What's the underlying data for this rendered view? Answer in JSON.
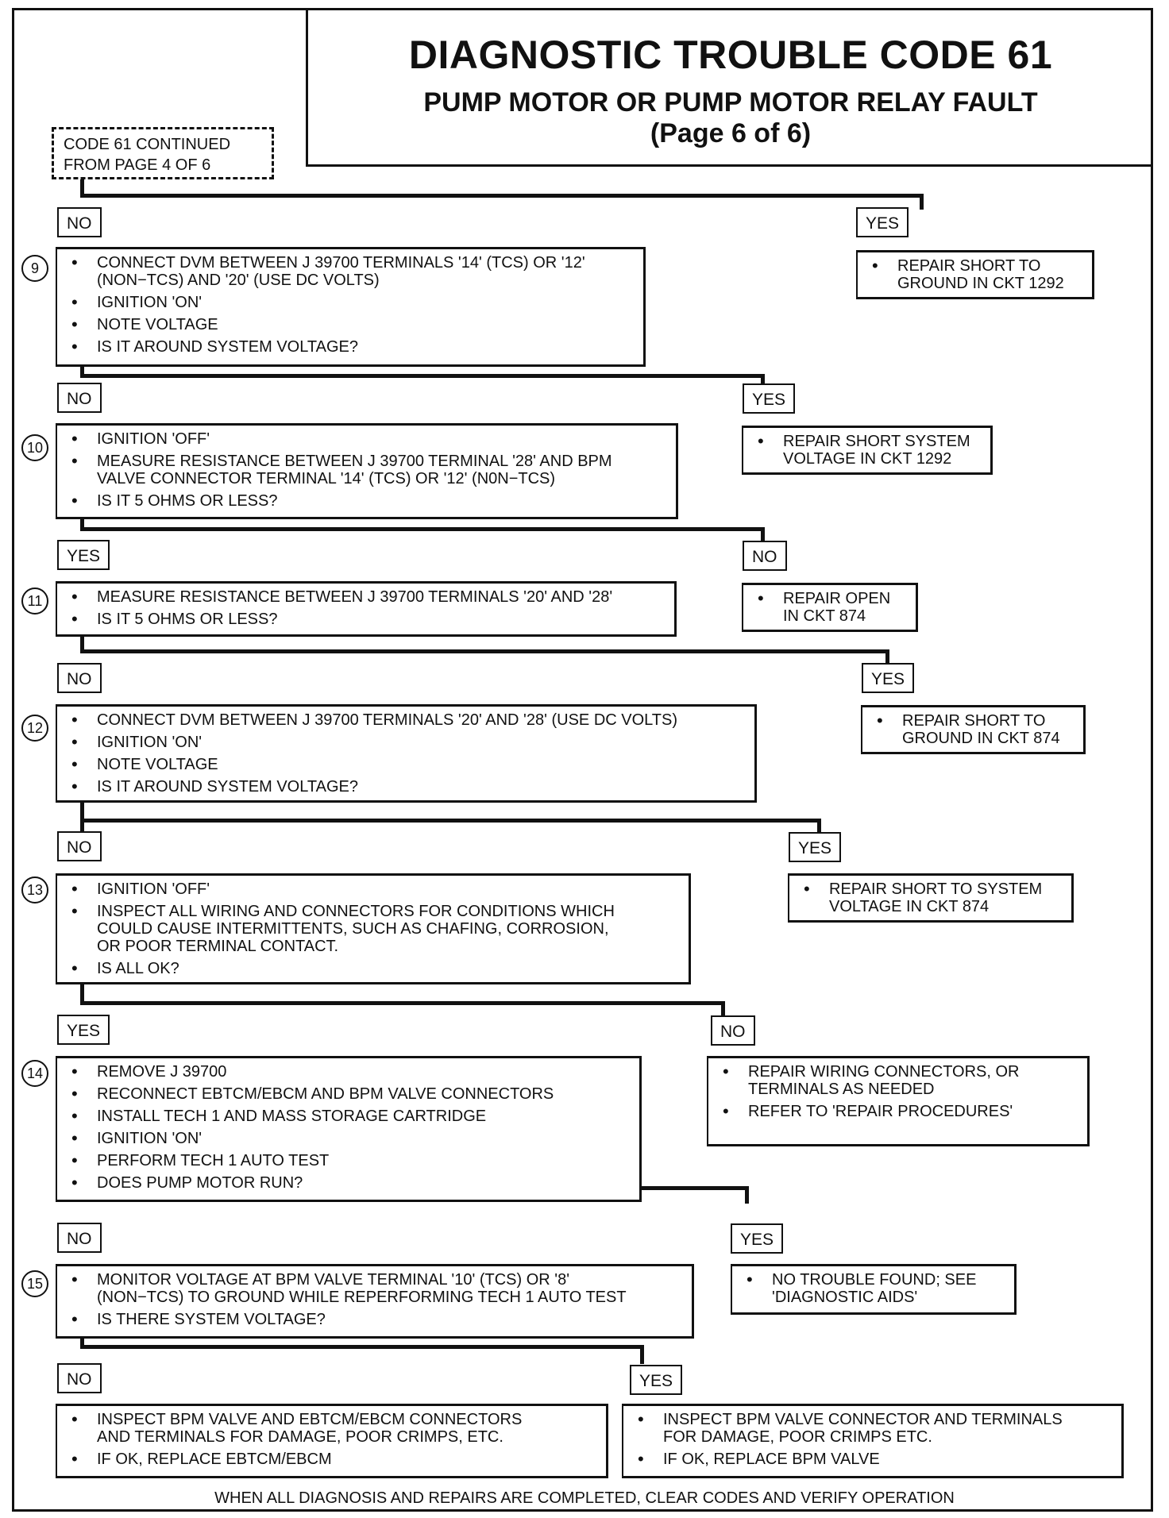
{
  "header": {
    "title": "DIAGNOSTIC TROUBLE CODE 61",
    "subtitle": "PUMP MOTOR OR PUMP MOTOR RELAY FAULT",
    "page": "(Page 6 of 6)"
  },
  "continued_from": "CODE 61 CONTINUED\nFROM PAGE 4 OF 6",
  "labels": {
    "no": "NO",
    "yes": "YES"
  },
  "steps": [
    {
      "number": "9",
      "items": [
        "CONNECT DVM BETWEEN J 39700 TERMINALS '14' (TCS) OR '12'\n(NON−TCS) AND '20' (USE DC VOLTS)",
        "IGNITION 'ON'",
        "NOTE VOLTAGE",
        "IS IT AROUND SYSTEM VOLTAGE?"
      ],
      "result": [
        "REPAIR SHORT TO\nGROUND IN CKT 1292"
      ]
    },
    {
      "number": "10",
      "items": [
        "IGNITION 'OFF'",
        "MEASURE RESISTANCE BETWEEN J 39700 TERMINAL '28' AND BPM\nVALVE CONNECTOR TERMINAL '14' (TCS) OR '12' (N0N−TCS)",
        "IS IT 5 OHMS OR LESS?"
      ],
      "result": [
        "REPAIR SHORT SYSTEM\nVOLTAGE IN CKT 1292"
      ]
    },
    {
      "number": "11",
      "items": [
        "MEASURE RESISTANCE BETWEEN J 39700 TERMINALS '20' AND '28'",
        "IS IT 5 OHMS OR LESS?"
      ],
      "result": [
        "REPAIR OPEN\nIN CKT 874"
      ]
    },
    {
      "number": "12",
      "items": [
        "CONNECT DVM BETWEEN J 39700 TERMINALS '20' AND '28' (USE DC VOLTS)",
        "IGNITION 'ON'",
        "NOTE VOLTAGE",
        "IS IT AROUND SYSTEM VOLTAGE?"
      ],
      "result": [
        "REPAIR SHORT TO\nGROUND IN CKT 874"
      ]
    },
    {
      "number": "13",
      "items": [
        "IGNITION 'OFF'",
        "INSPECT ALL WIRING AND CONNECTORS FOR CONDITIONS WHICH\nCOULD CAUSE INTERMITTENTS, SUCH AS CHAFING, CORROSION,\nOR POOR TERMINAL CONTACT.",
        "IS ALL OK?"
      ],
      "result": [
        "REPAIR SHORT TO SYSTEM\nVOLTAGE IN CKT 874"
      ]
    },
    {
      "number": "14",
      "items": [
        "REMOVE J 39700",
        "RECONNECT EBTCM/EBCM AND BPM VALVE CONNECTORS",
        "INSTALL TECH 1 AND MASS STORAGE CARTRIDGE",
        "IGNITION 'ON'",
        "PERFORM TECH 1 AUTO TEST",
        "DOES PUMP MOTOR  RUN?"
      ],
      "result": [
        "REPAIR WIRING CONNECTORS, OR\nTERMINALS AS NEEDED",
        "REFER TO 'REPAIR PROCEDURES'"
      ]
    },
    {
      "number": "15",
      "items": [
        "MONITOR VOLTAGE AT BPM VALVE TERMINAL  '10' (TCS) OR '8'\n(NON−TCS) TO GROUND WHILE REPERFORMING TECH 1 AUTO TEST",
        "IS THERE SYSTEM VOLTAGE?"
      ],
      "result": [
        "NO TROUBLE FOUND; SEE\n'DIAGNOSTIC AIDS'"
      ]
    }
  ],
  "final": {
    "no": [
      "INSPECT BPM VALVE AND EBTCM/EBCM CONNECTORS\nAND TERMINALS FOR DAMAGE, POOR CRIMPS, ETC.",
      "IF OK, REPLACE EBTCM/EBCM"
    ],
    "yes": [
      "INSPECT BPM VALVE CONNECTOR AND TERMINALS\nFOR DAMAGE, POOR CRIMPS ETC.",
      "IF OK, REPLACE  BPM VALVE"
    ]
  },
  "footer": "WHEN ALL DIAGNOSIS AND REPAIRS ARE COMPLETED, CLEAR CODES AND VERIFY OPERATION"
}
